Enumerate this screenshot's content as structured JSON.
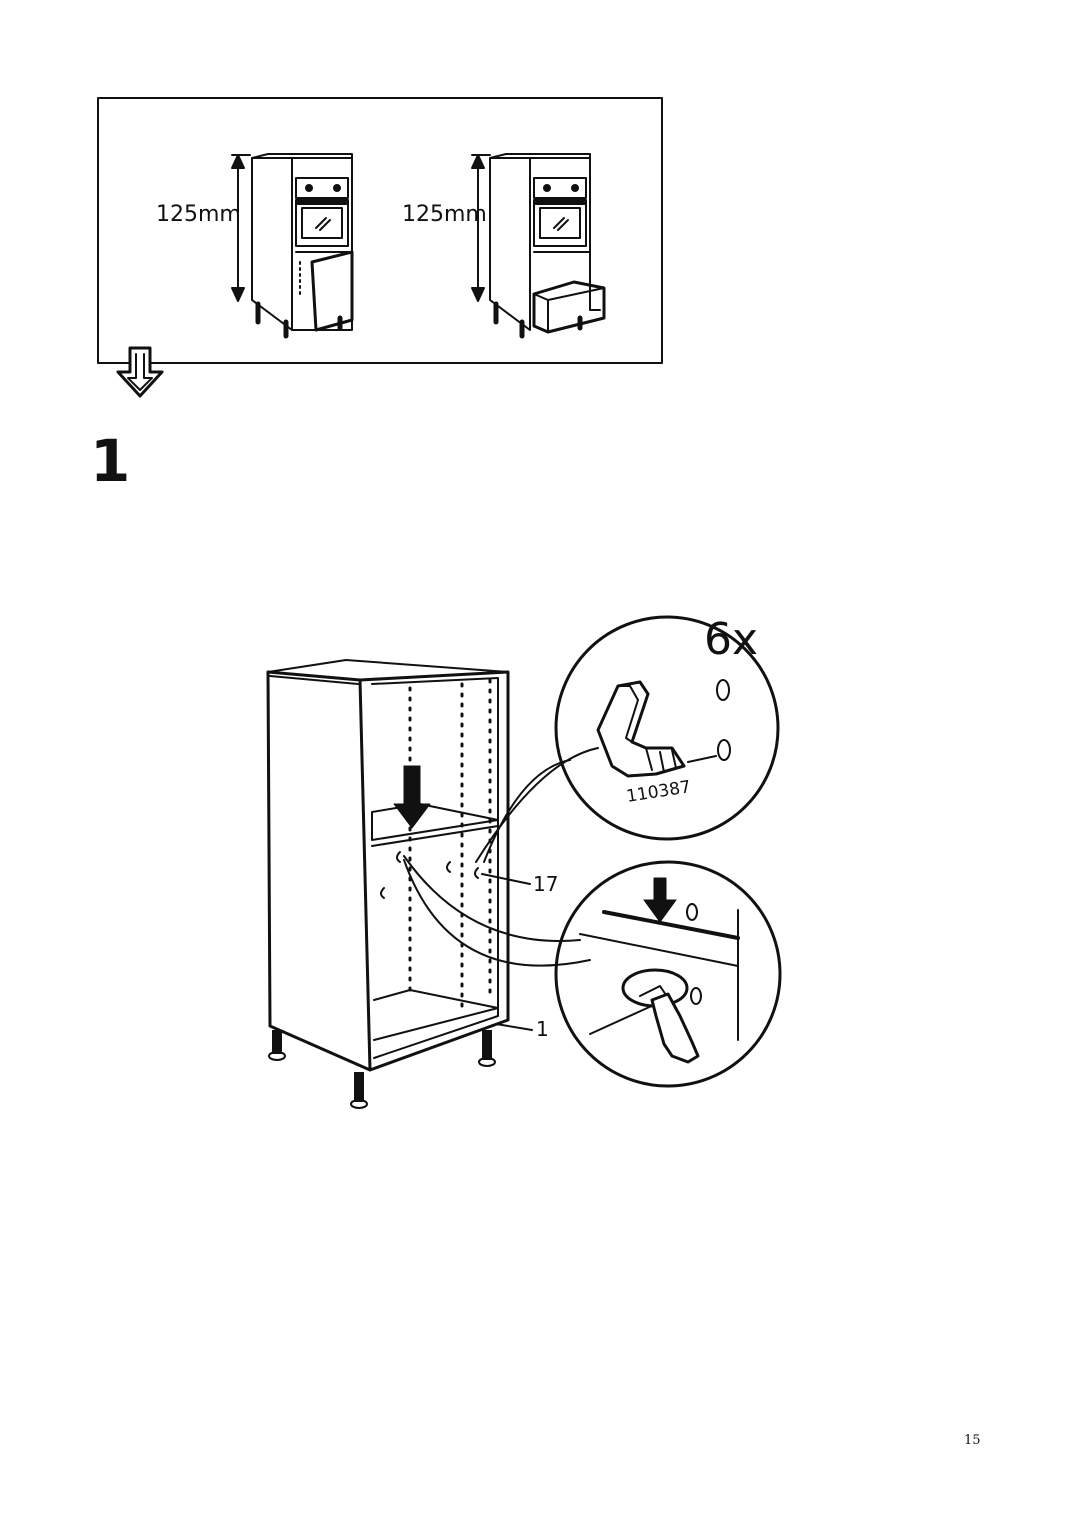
{
  "overview_panel": {
    "dimension_left": "125mm",
    "dimension_right": "125mm",
    "left_variant": "cabinet-with-oven-and-door",
    "right_variant": "cabinet-with-oven-and-drawer"
  },
  "step": {
    "number": "1",
    "quantity": "6x",
    "part_number": "110387",
    "callouts": [
      "17",
      "1"
    ]
  },
  "page_number": "15",
  "icons": {
    "next_step": "down-arrow-outline-icon",
    "insert_direction": "down-arrow-filled-icon"
  },
  "colors": {
    "ink": "#111111",
    "background": "#ffffff"
  }
}
